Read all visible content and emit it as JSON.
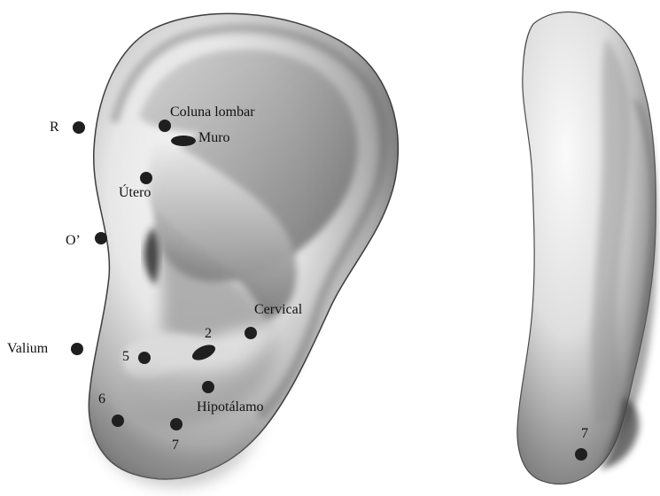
{
  "colors": {
    "ink": "#111111",
    "point": "#1f1f1f",
    "skin_light": "#f2f2f2",
    "skin_shadow": "#5f5f5f",
    "background": "#ffffff"
  },
  "front_ear": {
    "labels": {
      "r": "R",
      "coluna_lombar": "Coluna lombar",
      "muro": "Muro",
      "utero": "Útero",
      "o_prime": "O’",
      "cervical": "Cervical",
      "valium": "Valium",
      "five": "5",
      "two": "2",
      "hipotalamo": "Hipotálamo",
      "six": "6",
      "seven": "7"
    }
  },
  "side_ear": {
    "labels": {
      "seven": "7"
    }
  }
}
